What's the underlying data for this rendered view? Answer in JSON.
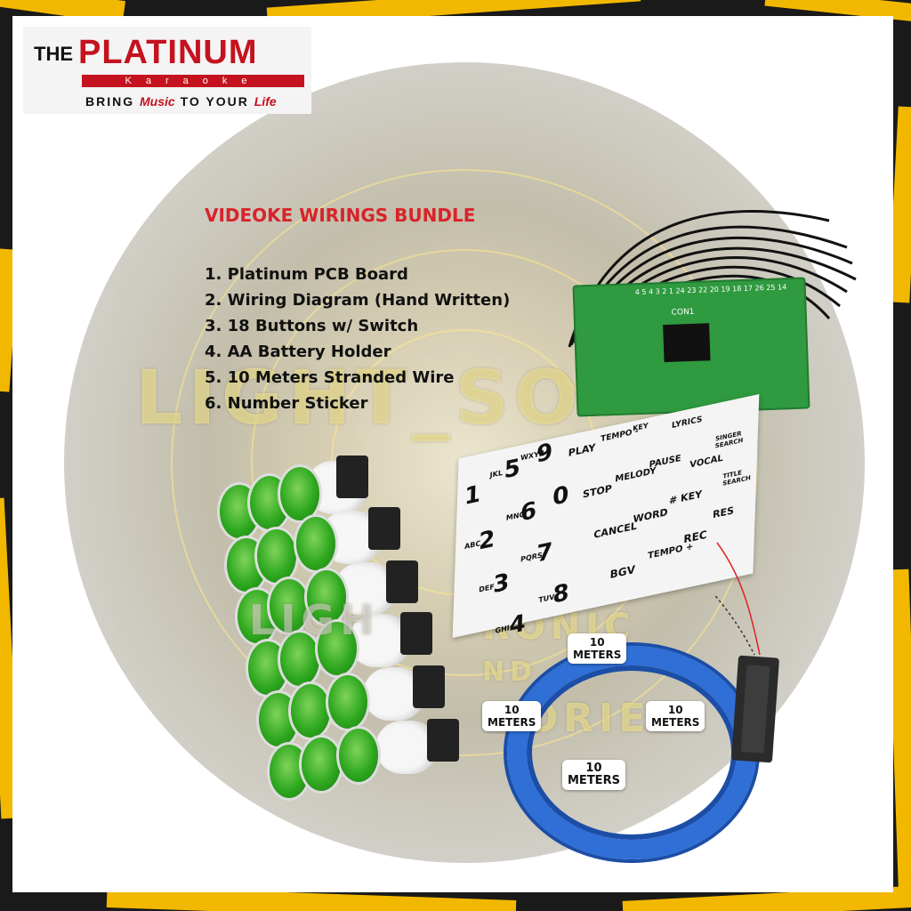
{
  "logo": {
    "the": "THE",
    "name": "PLATINUM",
    "sub": "Karaoke",
    "tagline_before": "BRING ",
    "tagline_music": "Music",
    "tagline_middle": " TO YOUR ",
    "tagline_life": "Life"
  },
  "watermark": {
    "line1": "LIGHT_SO",
    "line2": "RONIC",
    "line3": "ND",
    "line4": "SORIES",
    "overlay": "LIGH"
  },
  "heading": "VIDEOKE WIRINGS BUNDLE",
  "items": [
    "1. Platinum PCB Board",
    "2. Wiring Diagram (Hand Written)",
    "3. 18 Buttons w/ Switch",
    "4. AA Battery Holder",
    "5. 10 Meters Stranded Wire",
    "6. Number Sticker"
  ],
  "pcb": {
    "pin_labels": "4 5 4 3 2 1 24 23 22 20 19 18 17 26 25 14",
    "connector_label": "CON1"
  },
  "sticker": {
    "keys": [
      {
        "main": "1",
        "sub": ""
      },
      {
        "main": "2",
        "sub": "ABC"
      },
      {
        "main": "3",
        "sub": "DEF"
      },
      {
        "main": "4",
        "sub": "GHI"
      },
      {
        "main": "5",
        "sub": "JKL"
      },
      {
        "main": "6",
        "sub": "MNO"
      },
      {
        "main": "7",
        "sub": "PQRS"
      },
      {
        "main": "8",
        "sub": "TUV"
      },
      {
        "main": "9",
        "sub": "WXYZ"
      },
      {
        "main": "0",
        "sub": ""
      }
    ],
    "words": [
      "PLAY",
      "TEMPO -",
      "KEY",
      "STOP",
      "MELODY",
      "PAUSE",
      "LYRICS",
      "CANCEL",
      "WORD",
      "# KEY",
      "VOCAL",
      "BGV",
      "TEMPO +",
      "REC",
      "RES",
      "SINGER SEARCH",
      "TITLE SEARCH"
    ]
  },
  "wire_labels": [
    {
      "num": "10",
      "unit": "METERS"
    },
    {
      "num": "10",
      "unit": "METERS"
    },
    {
      "num": "10",
      "unit": "METERS"
    },
    {
      "num": "10",
      "unit": "METERS"
    }
  ],
  "colors": {
    "frame_yellow": "#f2b800",
    "brand_red": "#c4121f",
    "heading_red": "#d8232a",
    "pcb_green": "#2f9a3f",
    "button_green": "#2ea81f",
    "wire_blue": "#2f6fd6"
  }
}
